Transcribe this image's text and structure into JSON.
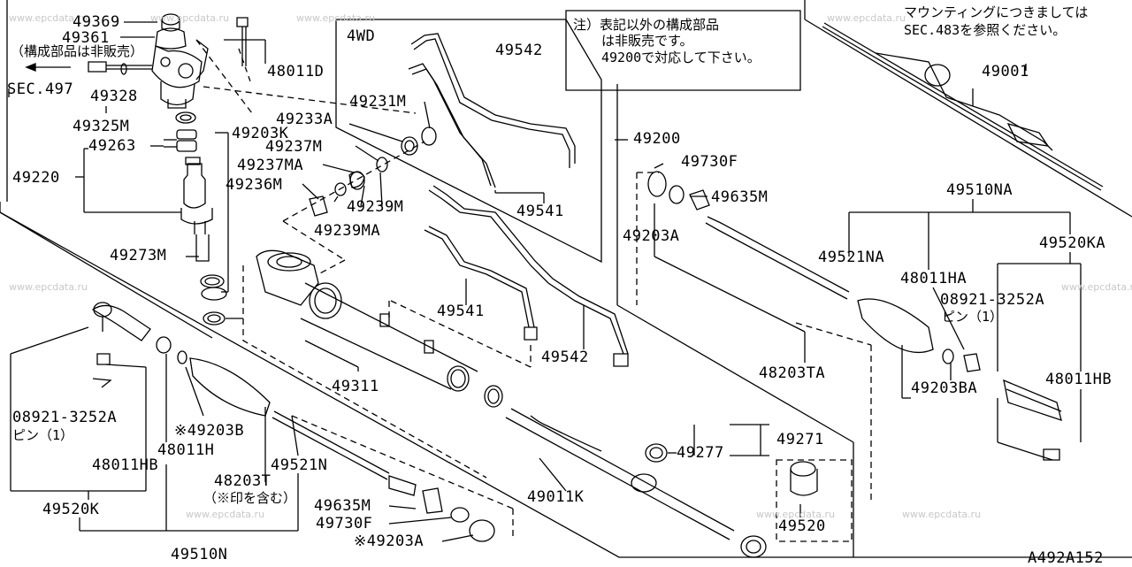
{
  "watermark": "www.epcdata.ru",
  "figure_id": "A492A152",
  "notes": {
    "not_sold_top": "（構成部品は非販売）",
    "sec_ref_left": "SEC.497",
    "fourwd": "4WD",
    "note_line1": "注）表記以外の構成部品",
    "note_line2": "は非販売です。",
    "note_line3": "49200で対応して下さい。",
    "mounting_line1": "マウンティングにつきましては",
    "mounting_line2": "SEC.483を参照ください。",
    "includes_mark": "（※印を含む）",
    "pin_1_right": "ピン（1）",
    "pin_1_left": "ピン（1）"
  },
  "labels": {
    "l49369": "49369",
    "l49361": "49361",
    "l49328": "49328",
    "l49325M": "49325M",
    "l49263": "49263",
    "l49220": "49220",
    "l49273M": "49273M",
    "l48011D": "48011D",
    "l49203K": "49203K",
    "l49231M": "49231M",
    "l49233A": "49233A",
    "l49237M": "49237M",
    "l49237MA": "49237MA",
    "l49236M": "49236M",
    "l49239M": "49239M",
    "l49239MA": "49239MA",
    "l49542a": "49542",
    "l49541a": "49541",
    "l49541b": "49541",
    "l49542b": "49542",
    "l49311": "49311",
    "l49200": "49200",
    "l49730F_r": "49730F",
    "l49635M_r": "49635M",
    "l49203A_r": "49203A",
    "l49001": "49001",
    "l49510NA": "49510NA",
    "l49521NA": "49521NA",
    "l48011HA": "48011HA",
    "l49520KA": "49520KA",
    "l08921_r": "08921-3252A",
    "l48011HB_r": "48011HB",
    "l48203TA": "48203TA",
    "l49203BA": "49203BA",
    "l49271": "49271",
    "l49277": "49277",
    "l49011K": "49011K",
    "l49520": "49520",
    "l08921_l": "08921-3252A",
    "l49203B": "※49203B",
    "l48011H": "48011H",
    "l48011HB_l": "48011HB",
    "l49521N": "49521N",
    "l48203T": "48203T",
    "l49520K": "49520K",
    "l49635M_l": "49635M",
    "l49730F_l": "49730F",
    "l49203A_l": "※49203A",
    "l49510N": "49510N"
  }
}
